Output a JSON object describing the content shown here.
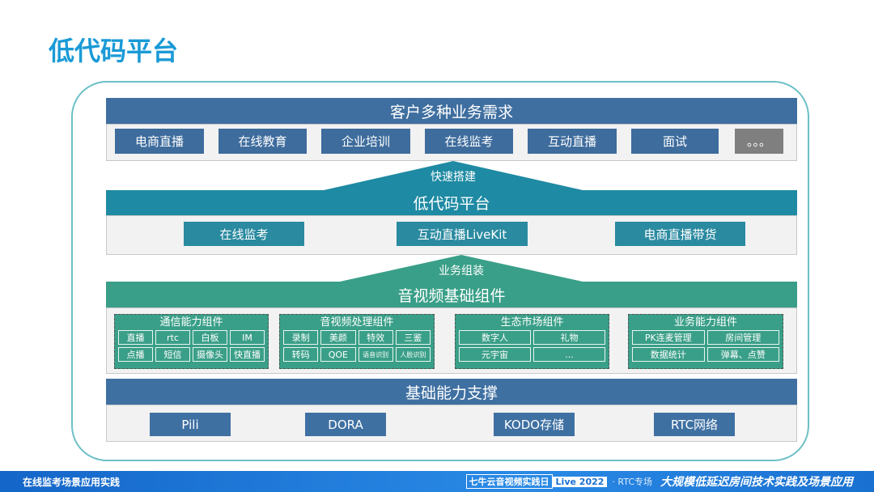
{
  "page_title": "低代码平台",
  "customer": {
    "header": "客户多种业务需求",
    "items": [
      "电商直播",
      "在线教育",
      "企业培训",
      "在线监考",
      "互动直播",
      "面试",
      "。。。"
    ]
  },
  "arrow1": "快速搭建",
  "lowcode": {
    "header": "低代码平台",
    "items": [
      "在线监考",
      "互动直播LiveKit",
      "电商直播带货"
    ]
  },
  "arrow2": "业务组装",
  "av": {
    "header": "音视频基础组件",
    "groups": [
      {
        "title": "通信能力组件",
        "items": [
          "直播",
          "rtc",
          "白板",
          "IM",
          "点播",
          "短信",
          "摄像头",
          "快直播"
        ]
      },
      {
        "title": "音视频处理组件",
        "items": [
          "录制",
          "美颜",
          "特效",
          "三鉴",
          "转码",
          "QOE",
          "语音识别",
          "人脸识别"
        ]
      },
      {
        "title": "生态市场组件",
        "items": [
          "数字人",
          "礼物",
          "元宇宙",
          "..."
        ]
      },
      {
        "title": "业务能力组件",
        "items": [
          "PK连麦管理",
          "房间管理",
          "数据统计",
          "弹幕、点赞"
        ]
      }
    ]
  },
  "base": {
    "header": "基础能力支撑",
    "items": [
      "Pili",
      "DORA",
      "KODO存储",
      "RTC网络"
    ]
  },
  "footer": {
    "left": "在线监考场景应用实践",
    "event": "七牛云音视频实践日",
    "badge": "Live 2022",
    "track": "· RTC专场",
    "slogan": "大规模低延迟房间技术实践及场景应用"
  },
  "colors": {
    "blue": "#3f6fa0",
    "teal": "#1e8aa3",
    "green": "#3a9f88"
  }
}
